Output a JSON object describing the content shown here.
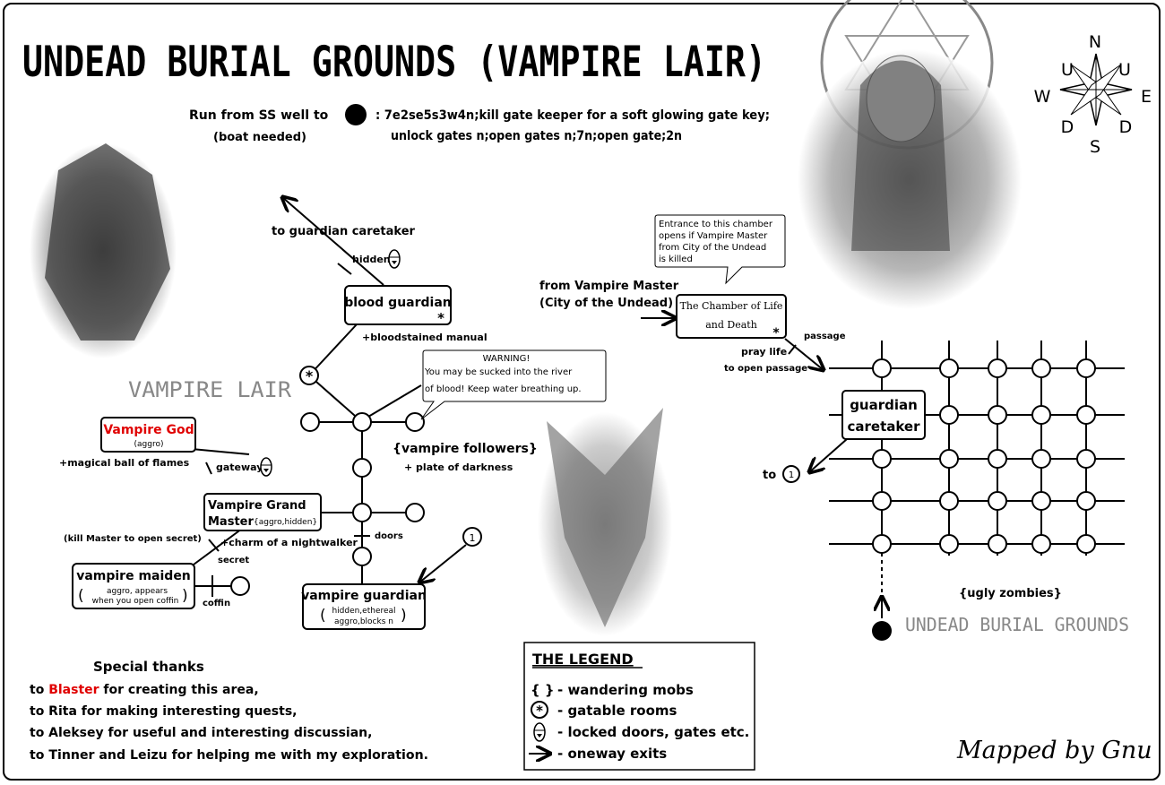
{
  "title": "UNDEAD BURIAL GROUNDS (VAMPIRE LAIR)",
  "directions": {
    "line1_prefix": "Run from SS well to",
    "line1_route": ": 7e2se5s3w4n;kill gate keeper for a soft glowing gate key;",
    "line2_route": "unlock gates n;open gates n;7n;open gate;2n",
    "boat_note": "(boat needed)"
  },
  "compass": {
    "n": "N",
    "s": "S",
    "e": "E",
    "w": "W",
    "u1": "U",
    "u2": "U",
    "d1": "D",
    "d2": "D"
  },
  "areas": {
    "vampire_lair": "VAMPIRE LAIR",
    "undead_burial_grounds": "UNDEAD BURIAL GROUNDS"
  },
  "rooms": {
    "blood_guardian": "blood guardian",
    "vampire_god": "Vampire God",
    "vampire_god_note": "(aggro)",
    "grand_master_1": "Vampire Grand",
    "grand_master_2": "Master",
    "grand_master_note": "{aggro,hidden}",
    "maiden": "vampire maiden",
    "maiden_note_1": "aggro, appears",
    "maiden_note_2": "when you open coffin",
    "vguardian": "vampire guardian",
    "vguardian_note_1": "hidden,ethereal",
    "vguardian_note_2": "aggro,blocks n",
    "chamber_1": "The Chamber of Life",
    "chamber_2": "and Death",
    "caretaker_1": "guardian",
    "caretaker_2": "caretaker",
    "star": "*",
    "marker_one": "1"
  },
  "labels": {
    "to_caretaker": "to guardian caretaker",
    "hidden": "hidden",
    "bloodstained": "+bloodstained manual",
    "followers": "{vampire followers}",
    "plate": "+ plate of darkness",
    "magical_ball": "+magical ball of flames",
    "gateway": "gateway",
    "kill_master": "(kill Master to open secret)",
    "charm": "+charm of a nightwalker",
    "secret": "secret",
    "doors": "doors",
    "coffin": "coffin",
    "from_master_1": "from Vampire Master",
    "from_master_2": "(City of the Undead)",
    "passage": "passage",
    "pray_1": "pray life",
    "pray_2": "to open passage",
    "to": "to",
    "zombies": "{ugly zombies}"
  },
  "notes": {
    "warning_title": "WARNING!",
    "warning_1": "You may be sucked into the river",
    "warning_2": "of blood! Keep water breathing up.",
    "entrance_1": "Entrance to this chamber",
    "entrance_2": "opens if Vampire Master",
    "entrance_3": "from City of the Undead",
    "entrance_4": "is killed"
  },
  "thanks": {
    "heading": "Special thanks",
    "l1_pre": "to ",
    "l1_name": "Blaster",
    "l1_post": " for creating this area,",
    "l2": "to Rita for making interesting quests,",
    "l3": "to Aleksey for useful and interesting discussian,",
    "l4": "to Tinner and Leizu for helping me with my exploration."
  },
  "legend": {
    "title": "THE LEGEND",
    "braces": "{ }",
    "wandering": "- wandering mobs",
    "gatable": "- gatable rooms",
    "locked": "- locked doors, gates etc.",
    "oneway": "- oneway exits"
  },
  "credit": "Mapped by Gnu",
  "colors": {
    "accent_red": "#e00000",
    "ink": "#000000",
    "ghost_gray": "#888888"
  }
}
